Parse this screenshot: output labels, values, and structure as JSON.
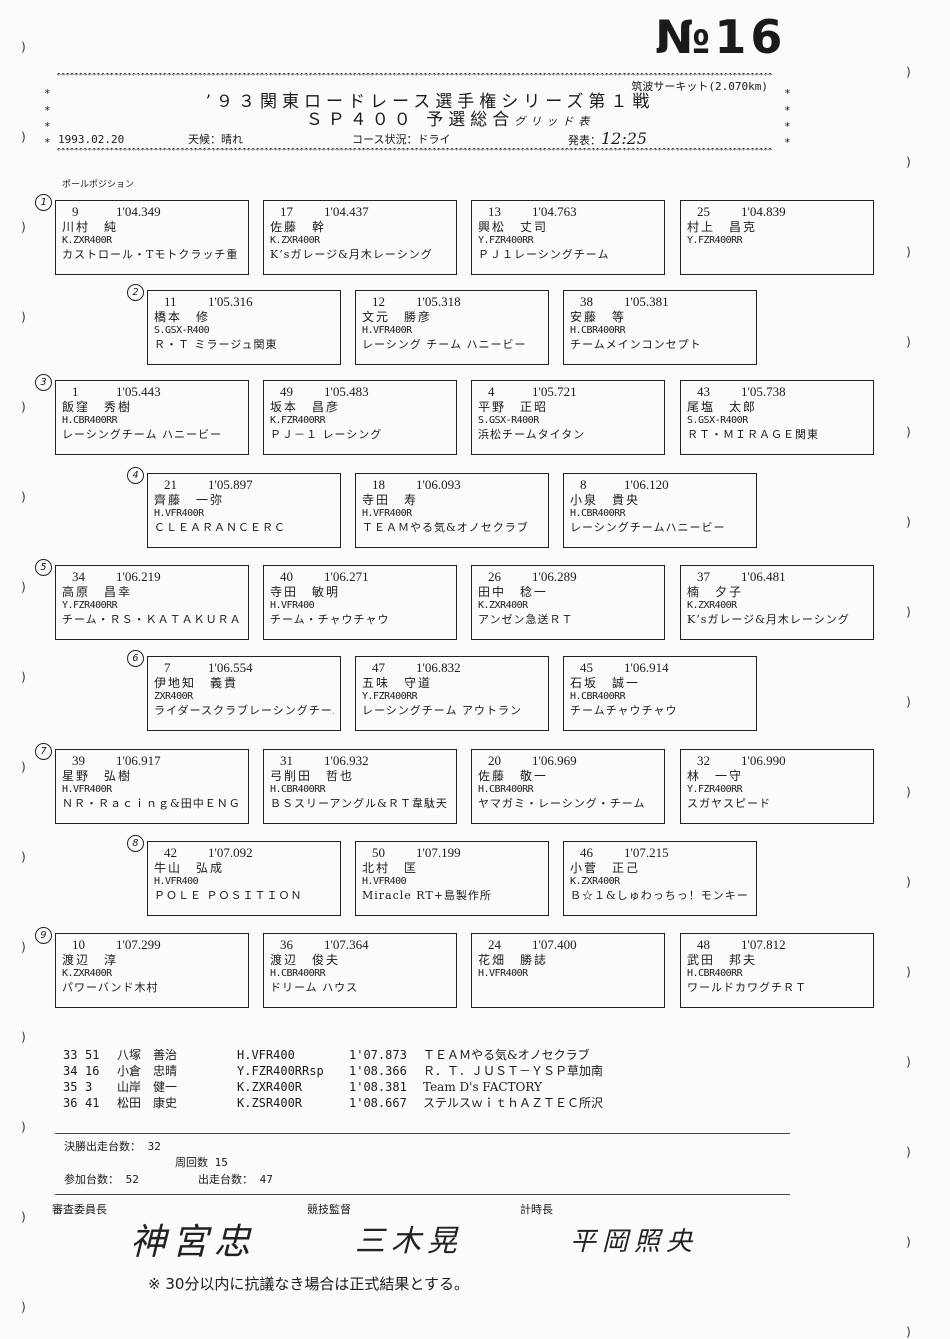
{
  "doc_number": "№16",
  "header": {
    "circuit": "筑波サーキット(2.070km)",
    "title": "’９３関東ロードレース選手権シリーズ第１戦",
    "subtitle": "ＳＰ４００ 予選総合",
    "subtitle_handwritten": "グリッド表",
    "date": "1993.02.20",
    "weather": "天候：晴れ",
    "course": "コース状況：ドライ",
    "announce_label": "発表：",
    "announce_time": "12:25"
  },
  "pole_label": "ポールポジション",
  "grid": [
    {
      "row": "1",
      "entries": [
        {
          "no": "9",
          "time": "1'04.349",
          "name": "川村　純",
          "bike": "K.ZXR400R",
          "team": "カストロール・Tモトクラッチ重"
        },
        {
          "no": "17",
          "time": "1'04.437",
          "name": "佐藤　幹",
          "bike": "K.ZXR400R",
          "team": "K’sガレージ&月木レーシング"
        },
        {
          "no": "13",
          "time": "1'04.763",
          "name": "興松　丈司",
          "bike": "Y.FZR400RR",
          "team": "ＰＪ１レーシングチーム"
        },
        {
          "no": "25",
          "time": "1'04.839",
          "name": "村上　昌克",
          "bike": "Y.FZR400RR",
          "team": ""
        }
      ]
    },
    {
      "row": "2",
      "entries": [
        {
          "no": "11",
          "time": "1'05.316",
          "name": "橋本　修",
          "bike": "S.GSX-R400",
          "team": "Ｒ・Ｔ ミラージュ関東"
        },
        {
          "no": "12",
          "time": "1'05.318",
          "name": "文元　勝彦",
          "bike": "H.VFR400R",
          "team": "レーシング チーム ハニービー"
        },
        {
          "no": "38",
          "time": "1'05.381",
          "name": "安藤　等",
          "bike": "H.CBR400RR",
          "team": "チームメインコンセプト"
        }
      ]
    },
    {
      "row": "3",
      "entries": [
        {
          "no": "1",
          "time": "1'05.443",
          "name": "飯窪　秀樹",
          "bike": "H.CBR400RR",
          "team": "レーシングチーム ハニービー"
        },
        {
          "no": "49",
          "time": "1'05.483",
          "name": "坂本　昌彦",
          "bike": "K.FZR400RR",
          "team": "ＰＪ－１ レーシング"
        },
        {
          "no": "4",
          "time": "1'05.721",
          "name": "平野　正昭",
          "bike": "S.GSX-R400R",
          "team": "浜松チームタイタン"
        },
        {
          "no": "43",
          "time": "1'05.738",
          "name": "尾塩　太郎",
          "bike": "S.GSX-R400R",
          "team": "ＲＴ・ＭＩＲＡＧＥ関東"
        }
      ]
    },
    {
      "row": "4",
      "entries": [
        {
          "no": "21",
          "time": "1'05.897",
          "name": "齊藤　一弥",
          "bike": "H.VFR400R",
          "team": "ＣＬＥＡＲＡＮＣＥＲＣ"
        },
        {
          "no": "18",
          "time": "1'06.093",
          "name": "寺田　寿",
          "bike": "H.VFR400R",
          "team": "ＴＥＡＭやる気&オノセクラブ"
        },
        {
          "no": "8",
          "time": "1'06.120",
          "name": "小泉　貴央",
          "bike": "H.CBR400RR",
          "team": "レーシングチームハニービー"
        }
      ]
    },
    {
      "row": "5",
      "entries": [
        {
          "no": "34",
          "time": "1'06.219",
          "name": "高原　昌幸",
          "bike": "Y.FZR400RR",
          "team": "チーム・ＲＳ・ＫＡＴＡＫＵＲＡ"
        },
        {
          "no": "40",
          "time": "1'06.271",
          "name": "寺田　敏明",
          "bike": "H.VFR400",
          "team": "チーム・チャウチャウ"
        },
        {
          "no": "26",
          "time": "1'06.289",
          "name": "田中　稔一",
          "bike": "K.ZXR400R",
          "team": "アンゼン急送ＲＴ"
        },
        {
          "no": "37",
          "time": "1'06.481",
          "name": "楠　夕子",
          "bike": "K.ZXR400R",
          "team": "K’sガレージ&月木レーシング"
        }
      ]
    },
    {
      "row": "6",
      "entries": [
        {
          "no": "7",
          "time": "1'06.554",
          "name": "伊地知　義貴",
          "bike": "ZXR400R",
          "team": "ライダースクラブレーシングチーム"
        },
        {
          "no": "47",
          "time": "1'06.832",
          "name": "五味　守道",
          "bike": "Y.FZR400RR",
          "team": "レーシングチーム アウトラン"
        },
        {
          "no": "45",
          "time": "1'06.914",
          "name": "石坂　誠一",
          "bike": "H.CBR400RR",
          "team": "チームチャウチャウ"
        }
      ]
    },
    {
      "row": "7",
      "entries": [
        {
          "no": "39",
          "time": "1'06.917",
          "name": "星野　弘樹",
          "bike": "H.VFR400R",
          "team": "ＮＲ・Ｒａｃｉｎｇ&田中ＥＮＧ"
        },
        {
          "no": "31",
          "time": "1'06.932",
          "name": "弓削田　哲也",
          "bike": "H.CBR400RR",
          "team": "ＢＳスリーアングル&ＲＴ韋駄天"
        },
        {
          "no": "20",
          "time": "1'06.969",
          "name": "佐藤　敬一",
          "bike": "H.CBR400RR",
          "team": "ヤマガミ・レーシング・チーム"
        },
        {
          "no": "32",
          "time": "1'06.990",
          "name": "林　一守",
          "bike": "Y.FZR400RR",
          "team": "スガヤスピード"
        }
      ]
    },
    {
      "row": "8",
      "entries": [
        {
          "no": "42",
          "time": "1'07.092",
          "name": "牛山　弘成",
          "bike": "H.VFR400",
          "team": "ＰＯＬＥ ＰＯＳＩＴＩＯＮ"
        },
        {
          "no": "50",
          "time": "1'07.199",
          "name": "北村　匡",
          "bike": "H.VFR400",
          "team": "Miracle RT+島製作所"
        },
        {
          "no": "46",
          "time": "1'07.215",
          "name": "小菅　正己",
          "bike": "K.ZXR400R",
          "team": "Ｂ☆１&しゅわっちっ！モンキー"
        }
      ]
    },
    {
      "row": "9",
      "entries": [
        {
          "no": "10",
          "time": "1'07.299",
          "name": "渡辺　淳",
          "bike": "K.ZXR400R",
          "team": "パワーバンド木村"
        },
        {
          "no": "36",
          "time": "1'07.364",
          "name": "渡辺　俊夫",
          "bike": "H.CBR400RR",
          "team": "ドリーム ハウス"
        },
        {
          "no": "24",
          "time": "1'07.400",
          "name": "花畑　勝誌",
          "bike": "H.VFR400R",
          "team": ""
        },
        {
          "no": "48",
          "time": "1'07.812",
          "name": "武田　邦夫",
          "bike": "H.CBR400RR",
          "team": "ワールドカワグチＲＴ"
        }
      ]
    }
  ],
  "reserves": [
    {
      "pos": "33",
      "no": "51",
      "name": "八塚　善治",
      "bike": "H.VFR400",
      "time": "1'07.873",
      "team": "ＴＥＡＭやる気&オノセクラブ"
    },
    {
      "pos": "34",
      "no": "16",
      "name": "小倉　忠晴",
      "bike": "Y.FZR400RRsp",
      "time": "1'08.366",
      "team": "Ｒ．Ｔ．ＪＵＳＴ－ＹＳＰ草加南"
    },
    {
      "pos": "35",
      "no": "3",
      "name": "山岸　健一",
      "bike": "K.ZXR400R",
      "time": "1'08.381",
      "team": "Team D's FACTORY"
    },
    {
      "pos": "36",
      "no": "41",
      "name": "松田　康史",
      "bike": "K.ZSR400R",
      "time": "1'08.667",
      "team": "ステルスｗｉｔｈＡＺＴＥＣ所沢"
    }
  ],
  "summary": {
    "finals_label": "決勝出走台数：",
    "finals": "32",
    "laps_label": "周回数",
    "laps": "15",
    "entries_label": "参加台数：",
    "entries": "52",
    "starters_label": "出走台数：",
    "starters": "47"
  },
  "officials": {
    "chief_steward": "審査委員長",
    "race_director": "競技監督",
    "chief_timekeeper": "計時長",
    "sig1": "神宮忠",
    "sig2": "三木晃",
    "sig3": "平岡照央"
  },
  "footer_note": "※ 30分以内に抗議なき場合は正式結果とする。"
}
